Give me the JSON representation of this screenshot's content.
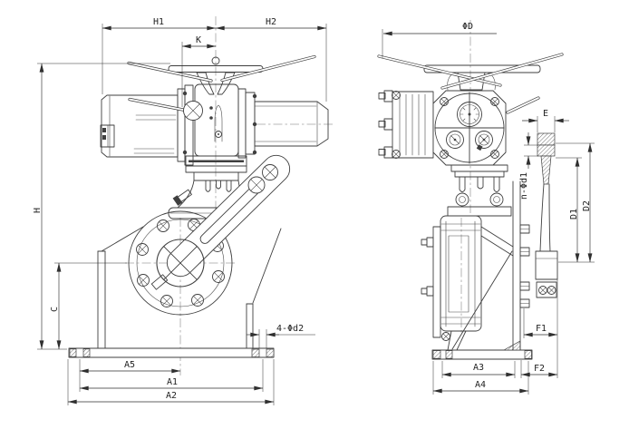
{
  "colors": {
    "line": "#3f3f3f",
    "dimension": "#2f2f2f",
    "background": "#ffffff"
  },
  "labels": {
    "h1": "H1",
    "h2": "H2",
    "k": "K",
    "h": "H",
    "c": "C",
    "a5": "A5",
    "a1": "A1",
    "a2": "A2",
    "holes_base": "4-Φd2",
    "phi_d": "ΦD",
    "e": "E",
    "holes_flange": "n-Φd1",
    "d1": "D1",
    "d2": "D2",
    "f1": "F1",
    "f2": "F2",
    "a3": "A3",
    "a4": "A4"
  }
}
